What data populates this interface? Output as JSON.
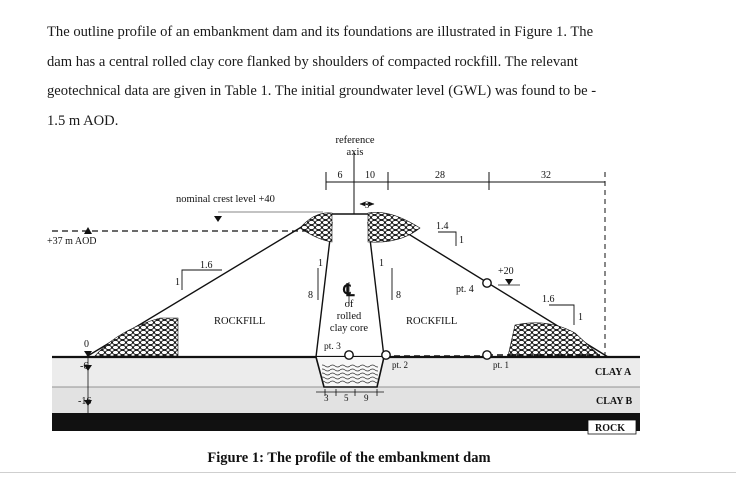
{
  "paragraph": {
    "lines": [
      "The outline profile of an embankment dam and its foundations are illustrated in Figure 1. The",
      "dam has a central rolled clay core flanked by shoulders of compacted rockfill. The relevant",
      "geotechnical data are given in Table 1. The initial groundwater level (GWL) was found to be -",
      "1.5 m AOD."
    ]
  },
  "figure": {
    "caption": "Figure 1: The profile of the embankment dam",
    "labels": {
      "reference": "reference",
      "axis": "axis",
      "dim_6": "6",
      "dim_10": "10",
      "dim_28": "28",
      "dim_32": "32",
      "dim_3": "3",
      "crest_level": "nominal crest level +40",
      "level_37": "+37 m AOD",
      "slope_left": "1.6",
      "slope_left_v": "1",
      "slope_core_h": "1",
      "core_8_left": "8",
      "core_8_right": "8",
      "core_1_right": "1",
      "slope_14": "1.4",
      "slope_14_v": "1",
      "level_20": "+20",
      "pt4": "pt. 4",
      "slope_right": "1.6",
      "slope_right_v": "1",
      "cl": "℄",
      "core_of": "of",
      "core_rolled": "rolled",
      "core_clay": "clay core",
      "rockfill_left": "ROCKFILL",
      "rockfill_right": "ROCKFILL",
      "pt3": "pt. 3",
      "pt2": "pt. 2",
      "pt1": "pt. 1",
      "level_0": "0",
      "level_m6": "-6",
      "level_m16": "-16",
      "clay_a": "CLAY A",
      "clay_b": "CLAY B",
      "rock": "ROCK",
      "foot_3": "3",
      "foot_5": "5",
      "foot_9": "9"
    }
  }
}
